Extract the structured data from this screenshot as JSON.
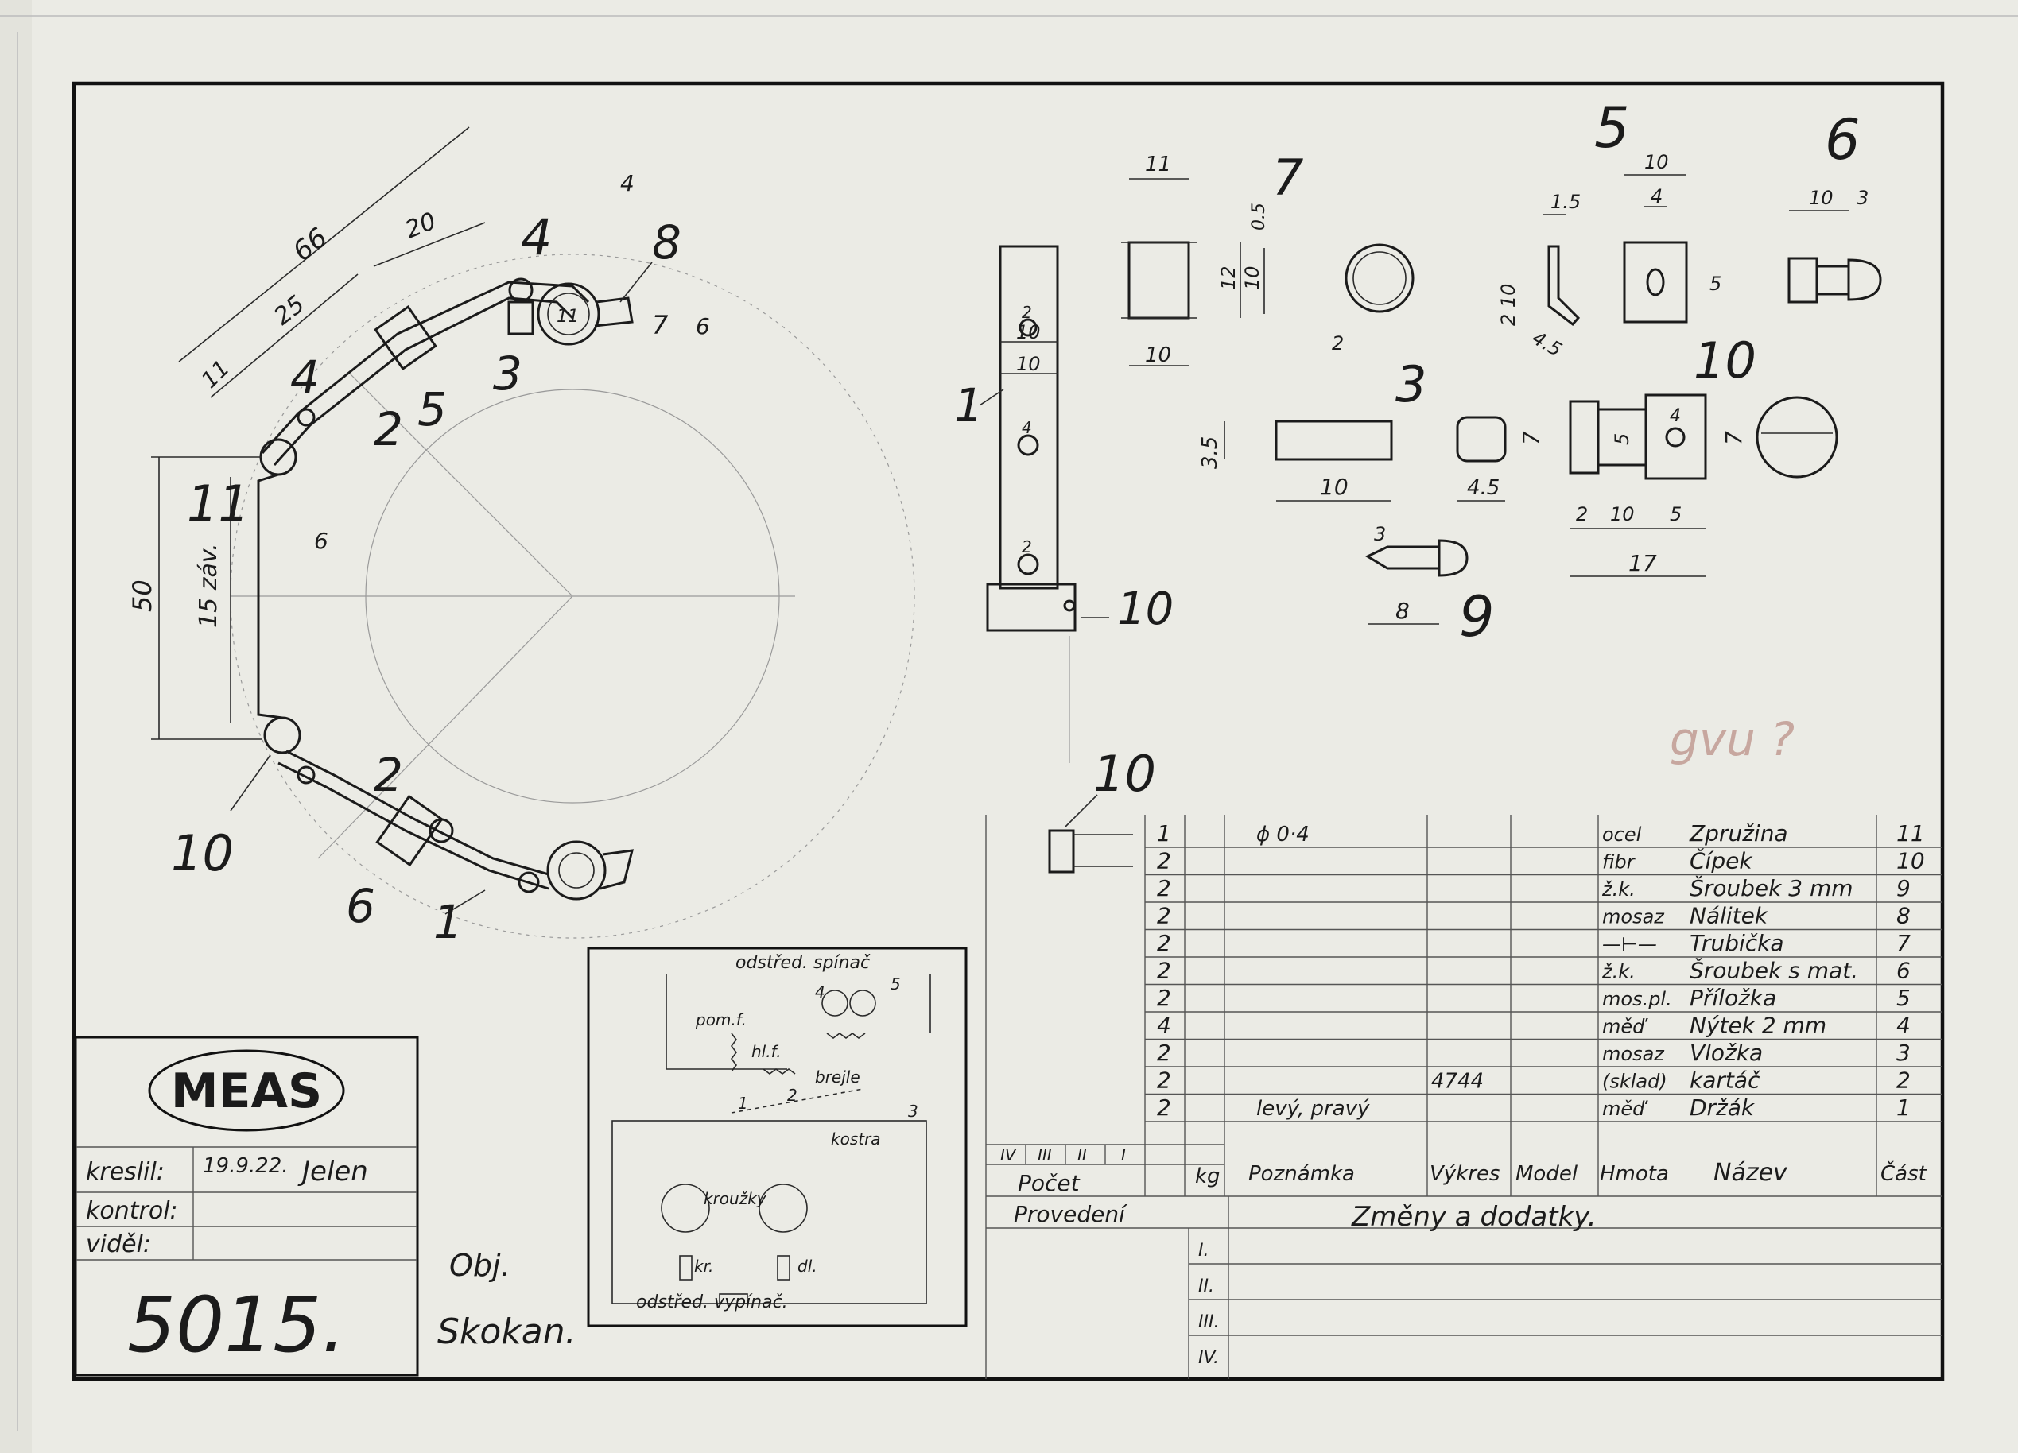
{
  "dims": {
    "d66": "66",
    "d20": "20",
    "d25": "25",
    "d11a": "11",
    "d4a": "4",
    "d7a": "7",
    "d6a": "6",
    "d50": "50",
    "d15": "15 záv.",
    "d6b": "6",
    "d11m": "11",
    "p1_10a": "10",
    "p1_10b": "10",
    "p1_2a": "2",
    "p1_4": "4",
    "p1_2b": "2",
    "p7_11": "11",
    "p7_12": "12",
    "p7_10": "10",
    "p7_10b": "10",
    "p7_05": "0.5",
    "p5_15": "1.5",
    "p5_10": "10",
    "p5_4": "4",
    "p5_5": "5",
    "p5_210": "2 10",
    "p5_45": "4.5",
    "p6_10": "10",
    "p6_3": "3",
    "p3_2": "2",
    "p3_35": "3.5",
    "p3_10": "10",
    "p3_45": "4.5",
    "p10_7a": "7",
    "p10_5": "5",
    "p10_4": "4",
    "p10_7b": "7",
    "p10_2": "2",
    "p10_10": "10",
    "p10_5b": "5",
    "p10_17": "17",
    "p9_3": "3",
    "p9_8": "8"
  },
  "part_labels": {
    "l4a": "4",
    "l8": "8",
    "l3a": "3",
    "l2a": "2",
    "l5a": "5",
    "l4b": "4",
    "l11": "11",
    "l10a": "10",
    "l2b": "2",
    "l6a": "6",
    "l1a": "1",
    "l1b": "1",
    "l10b": "10",
    "l7": "7",
    "l5b": "5",
    "l6b": "6",
    "l3b": "3",
    "l10c": "10",
    "l9": "9",
    "l10d": "10"
  },
  "pencil_note": "gvu ?",
  "parts_table": {
    "rows": [
      {
        "qty": "1",
        "note": "ϕ 0·4",
        "drawing": "",
        "material": "ocel",
        "name": "Zpružina",
        "part": "11"
      },
      {
        "qty": "2",
        "note": "",
        "drawing": "",
        "material": "fibr",
        "name": "Čípek",
        "part": "10"
      },
      {
        "qty": "2",
        "note": "",
        "drawing": "",
        "material": "ž.k.",
        "name": "Šroubek 3 mm",
        "part": "9"
      },
      {
        "qty": "2",
        "note": "",
        "drawing": "",
        "material": "mosaz",
        "name": "Nálitek",
        "part": "8"
      },
      {
        "qty": "2",
        "note": "",
        "drawing": "",
        "material": "—⊢—",
        "name": "Trubička",
        "part": "7"
      },
      {
        "qty": "2",
        "note": "",
        "drawing": "",
        "material": "ž.k.",
        "name": "Šroubek s mat.",
        "part": "6"
      },
      {
        "qty": "2",
        "note": "",
        "drawing": "",
        "material": "mos.pl.",
        "name": "Příložka",
        "part": "5"
      },
      {
        "qty": "4",
        "note": "",
        "drawing": "",
        "material": "měď",
        "name": "Nýtek 2 mm",
        "part": "4"
      },
      {
        "qty": "2",
        "note": "",
        "drawing": "",
        "material": "mosaz",
        "name": "Vložka",
        "part": "3"
      },
      {
        "qty": "2",
        "note": "",
        "drawing": "4744",
        "material": "(sklad)",
        "name": "kartáč",
        "part": "2"
      },
      {
        "qty": "2",
        "note": "levý, pravý",
        "drawing": "",
        "material": "měď",
        "name": "Držák",
        "part": "1"
      }
    ],
    "roman_cols": [
      "IV",
      "III",
      "II",
      "I"
    ],
    "headers": {
      "pocet": "Počet",
      "kg": "kg",
      "poznamka": "Poznámka",
      "vykres": "Výkres",
      "model": "Model",
      "hmota": "Hmota",
      "nazev": "Název",
      "cast": "Část"
    },
    "provedeni": "Provedení",
    "changes_title": "Změny a dodatky.",
    "change_rows": [
      "I.",
      "II.",
      "III.",
      "IV."
    ]
  },
  "title_block": {
    "logo": "MEAS",
    "kreslil_label": "kreslil:",
    "kreslil_date": "19.9.22.",
    "kreslil_sign": "Jelen",
    "kontrol_label": "kontrol:",
    "videl_label": "viděl:",
    "drawing_number": "5015.",
    "obj_label": "Obj.",
    "title": "Skokan."
  },
  "wiring": {
    "title": "odstřed. spínač",
    "pomf": "pom.f.",
    "hlf": "hl.f.",
    "brejle": "brejle",
    "kostra": "kostra",
    "kroužky": "kroužky",
    "kr": "kr.",
    "dl": "dl.",
    "vypinac": "odstřed. vypínač.",
    "n1": "1",
    "n2": "2",
    "n3": "3",
    "n4": "4",
    "n5": "5"
  }
}
